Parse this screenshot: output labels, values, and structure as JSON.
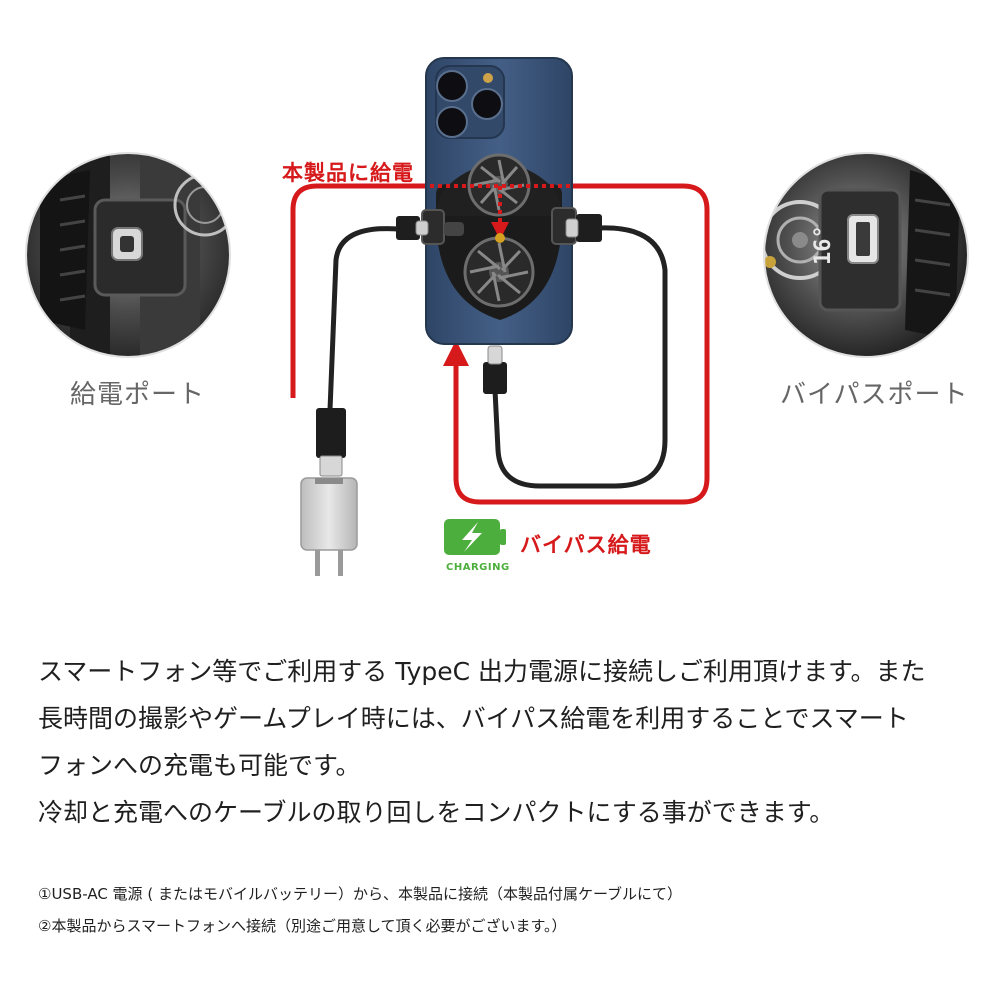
{
  "labels": {
    "power_port": "給電ポート",
    "bypass_port": "バイパスポート",
    "supply_to_product": "本製品に給電",
    "bypass_supply": "バイパス給電",
    "charging_badge": "CHARGING"
  },
  "description": [
    "スマートフォン等でご利用する TypeC 出力電源に接続しご利用頂けます。また",
    "長時間の撮影やゲームプレイ時には、バイパス給電を利用することでスマート",
    "フォンへの充電も可能です。",
    "冷却と充電へのケーブルの取り回しをコンパクトにする事ができます。"
  ],
  "notes": [
    "①USB-AC 電源 ( またはモバイルバッテリー）から、本製品に接続（本製品付属ケーブルにて）",
    "②本製品からスマートフォンへ接続（別途ご用意して頂く必要がございます。）"
  ],
  "colors": {
    "accent_red": "#d6191b",
    "charging_green": "#4cae3c",
    "phone_blue": "#3b5578"
  },
  "icons": [
    "battery-charging-icon",
    "usb-ac-adapter-icon",
    "usb-type-c-cable-icon",
    "cooling-fan-icon"
  ]
}
